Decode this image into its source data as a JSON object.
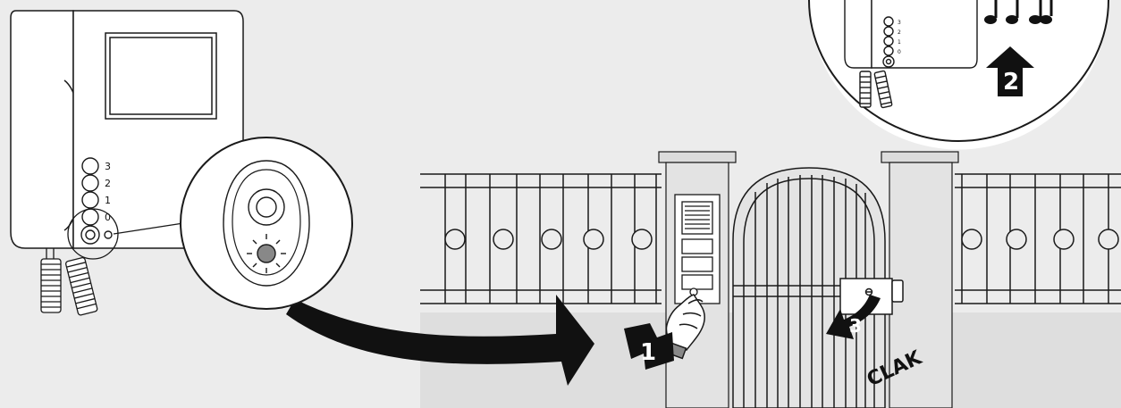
{
  "monitor": {
    "buttons": [
      "3",
      "2",
      "1",
      "0"
    ]
  },
  "steps": {
    "step1": "1",
    "step2": "2",
    "step3": "3"
  },
  "sound_text": "CLAK",
  "colors": {
    "background": "#ececec",
    "line": "#1a1a1a",
    "panel": "#ffffff",
    "led": "#888888",
    "arrow": "#111111"
  }
}
